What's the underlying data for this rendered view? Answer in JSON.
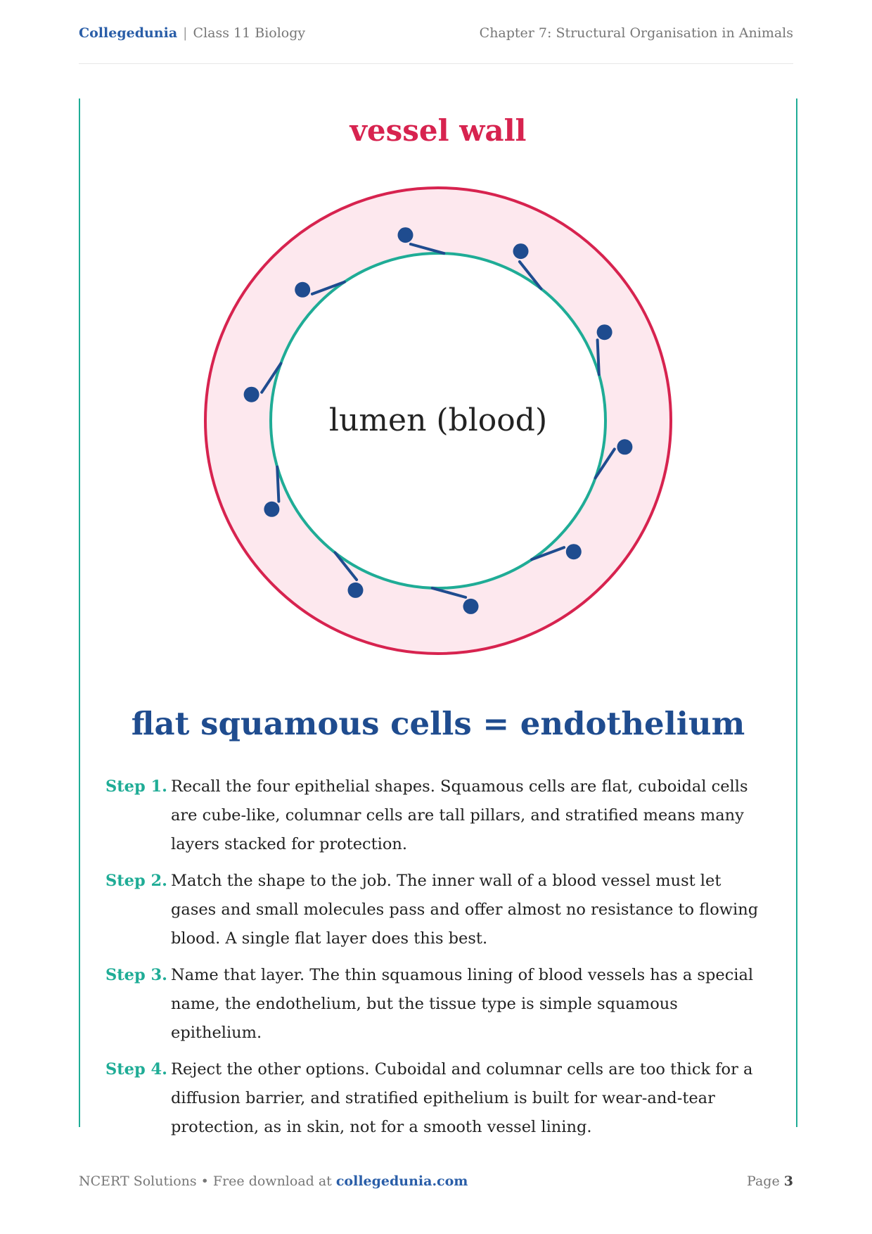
{
  "header": {
    "brand": "Collegedunia",
    "separator": "|",
    "course": "Class 11 Biology",
    "chapter": "Chapter 7: Structural Organisation in Animals"
  },
  "diagram": {
    "top_label": "vessel wall",
    "center_label": "lumen (blood)",
    "caption": "flat squamous cells = endothelium",
    "colors": {
      "outer_ring": "#d7234f",
      "wall_fill": "#fde8ee",
      "inner_ring": "#1fac96",
      "cells": "#1f4c8f",
      "caption": "#1f4c8f"
    },
    "cell_count": 10
  },
  "steps": [
    {
      "label": "Step 1.",
      "text": "Recall the four epithelial shapes. Squamous cells are flat, cuboidal cells are cube-like, columnar cells are tall pillars, and stratified means many layers stacked for protection."
    },
    {
      "label": "Step 2.",
      "text": "Match the shape to the job. The inner wall of a blood vessel must let gases and small molecules pass and offer almost no resistance to flowing blood. A single flat layer does this best."
    },
    {
      "label": "Step 3.",
      "text": "Name that layer. The thin squamous lining of blood vessels has a special name, the endothelium, but the tissue type is simple squamous epithelium."
    },
    {
      "label": "Step 4.",
      "text": "Reject the other options. Cuboidal and columnar cells are too thick for a diffusion barrier, and stratified epithelium is built for wear-and-tear protection, as in skin, not for a smooth vessel lining."
    }
  ],
  "footer": {
    "left_text": "NCERT Solutions • Free download at",
    "link": "collegedunia.com",
    "page_label": "Page",
    "page_number": "3"
  }
}
